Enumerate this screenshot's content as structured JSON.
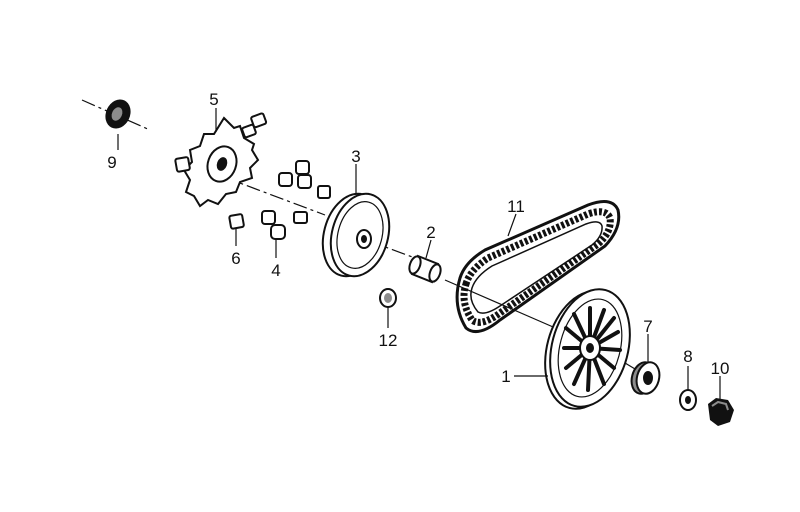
{
  "diagram": {
    "labels": {
      "p1": "1",
      "p2": "2",
      "p3": "3",
      "p4": "4",
      "p5": "5",
      "p6": "6",
      "p7": "7",
      "p8": "8",
      "p9": "9",
      "p10": "10",
      "p11": "11",
      "p12": "12"
    }
  },
  "colors": {
    "ink": "#111111",
    "paper": "#ffffff",
    "shade": "#8c8c8c"
  }
}
